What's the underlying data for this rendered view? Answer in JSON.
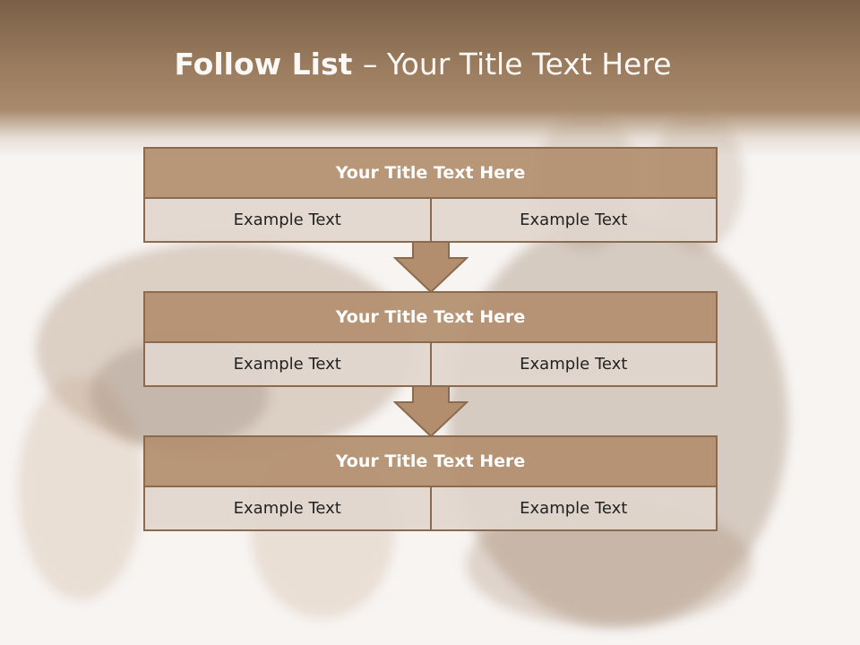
{
  "title": {
    "bold": "Follow List ",
    "rest": " – Your Title Text Here"
  },
  "blocks": [
    {
      "title": "Your Title Text Here",
      "left": "Example Text",
      "right": "Example Text"
    },
    {
      "title": "Your Title Text Here",
      "left": "Example Text",
      "right": "Example Text"
    },
    {
      "title": "Your Title Text Here",
      "left": "Example Text",
      "right": "Example Text"
    }
  ],
  "colors": {
    "header": "#9c7d60",
    "block_title": "#b28e6e",
    "cell": "#e1d6cd",
    "border": "#8a6b4f"
  }
}
